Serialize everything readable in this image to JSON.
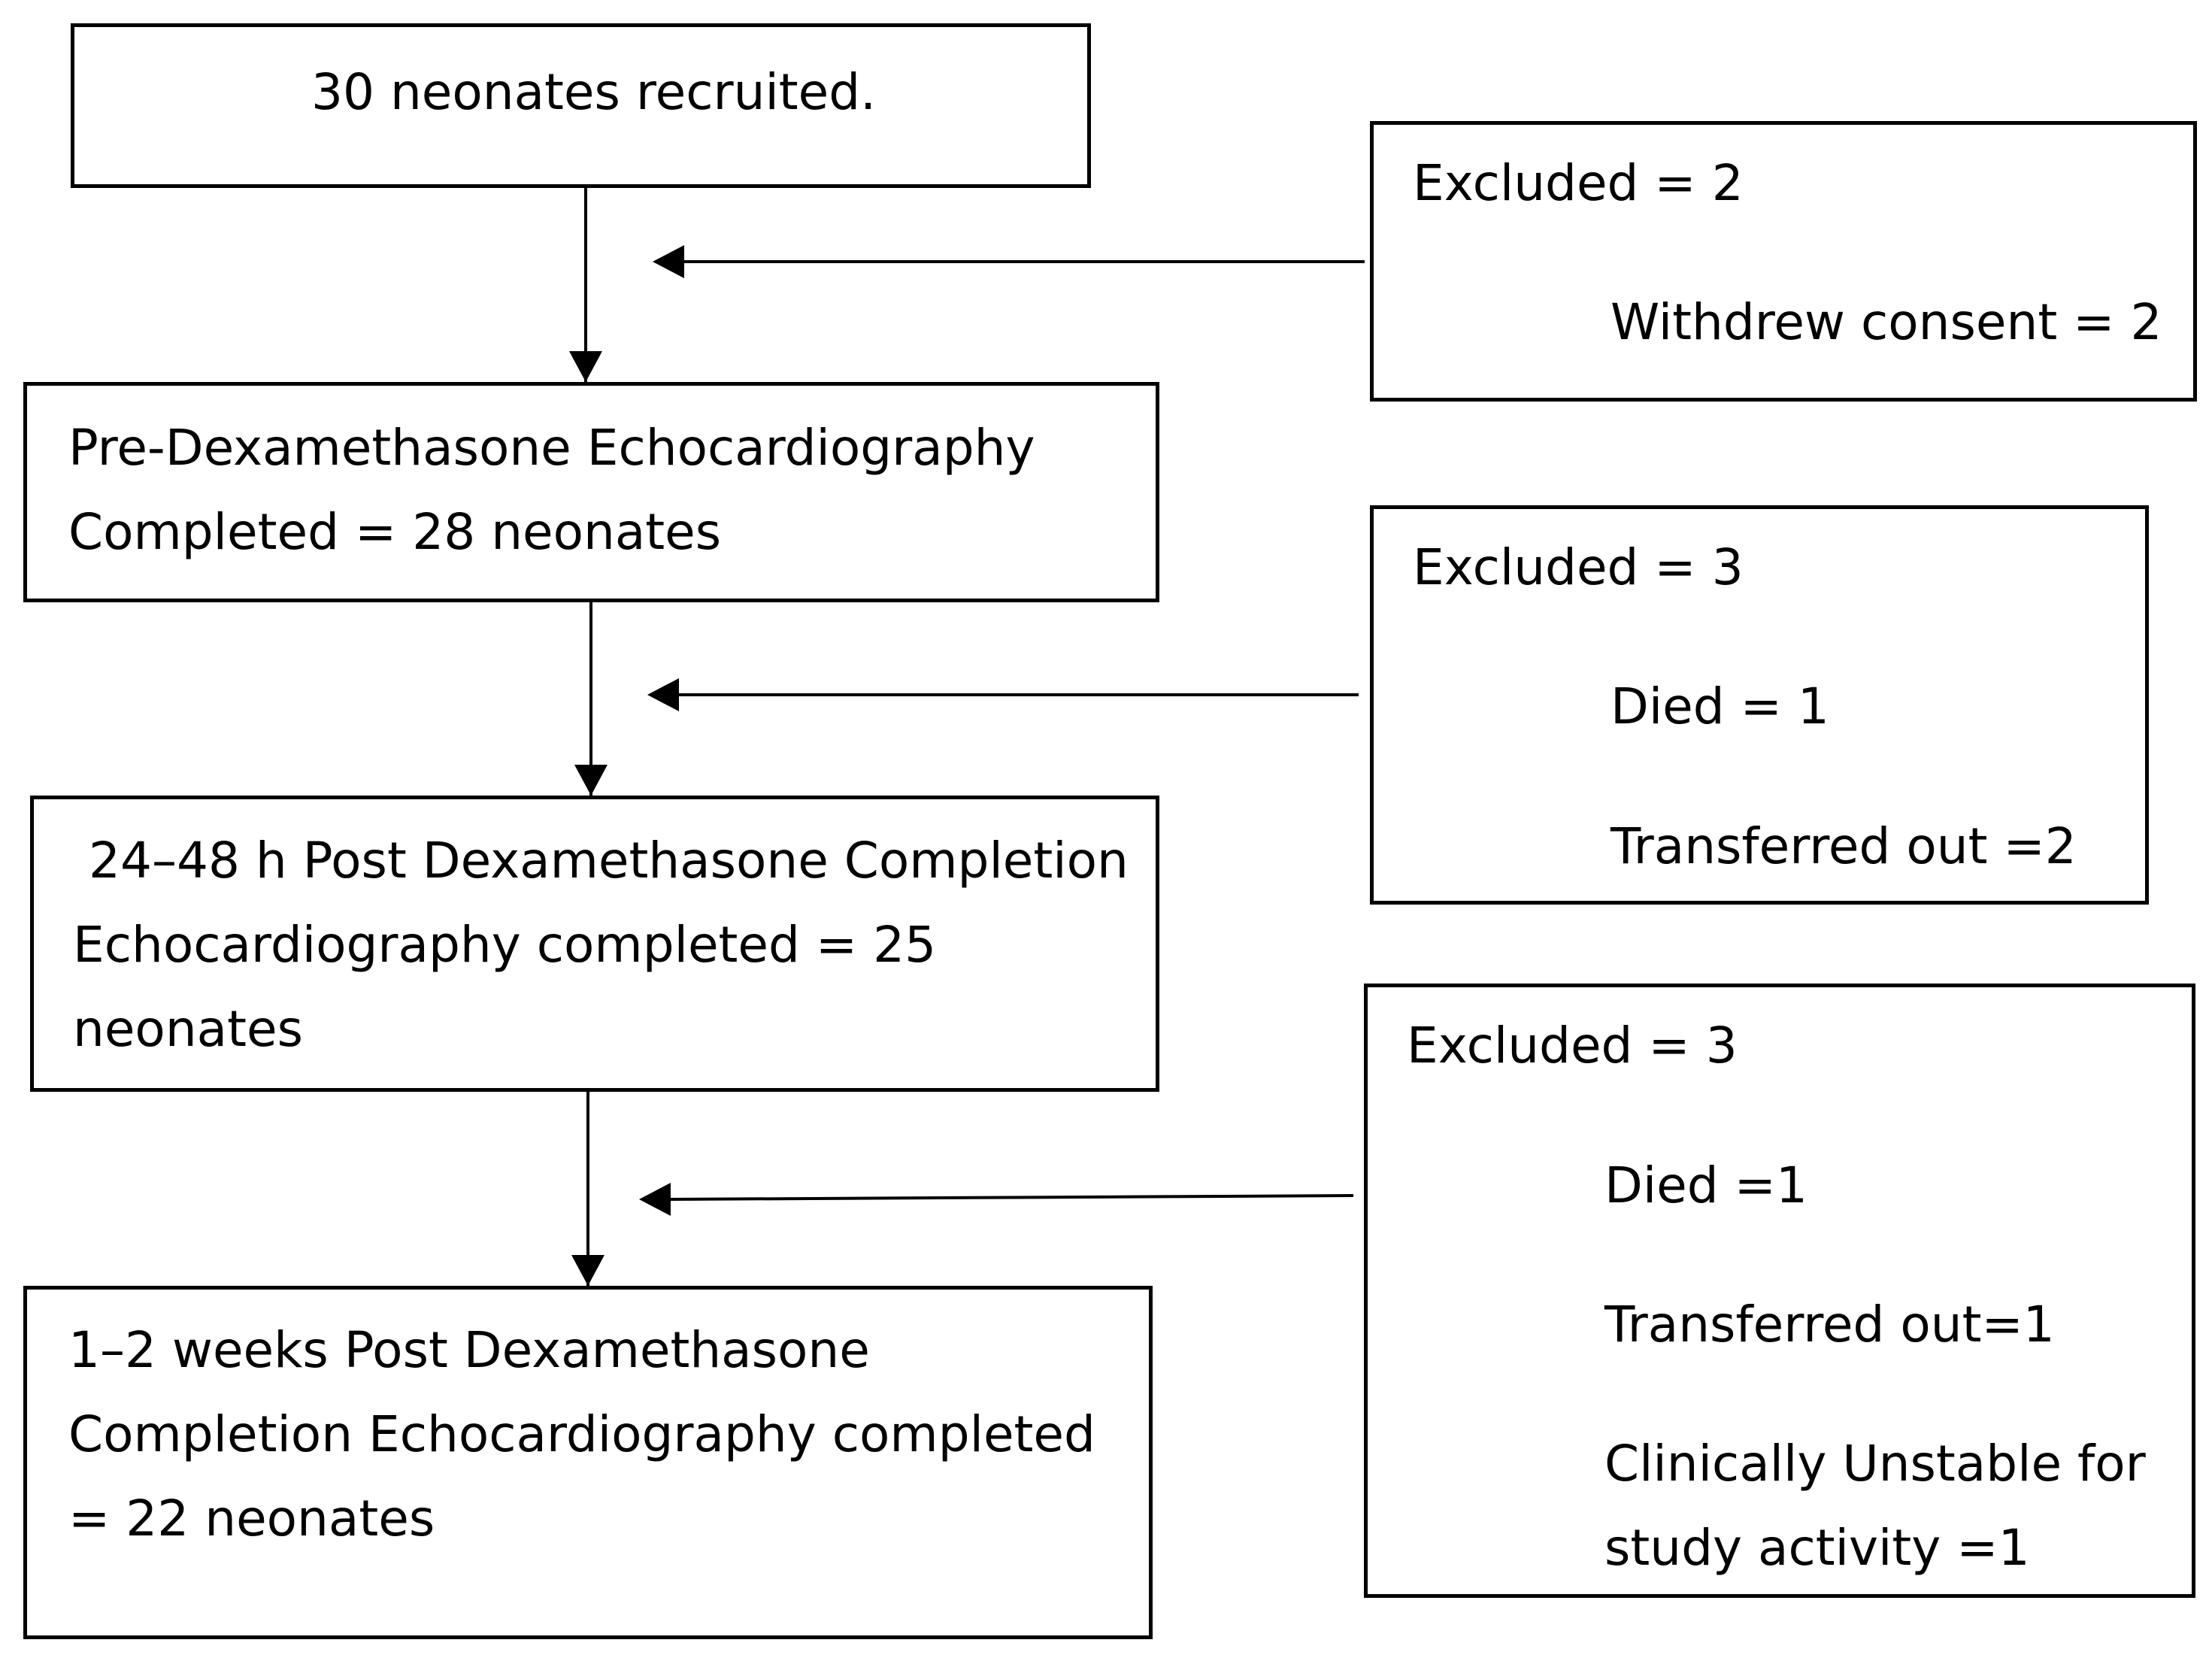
{
  "flow": {
    "recruited": "30 neonates recruited.",
    "pre": [
      "Pre-Dexamethasone Echocardiography",
      "Completed = 28 neonates"
    ],
    "post48": [
      " 24–48 h Post Dexamethasone Completion",
      "Echocardiography completed = 25",
      "neonates"
    ],
    "post2w": [
      "1–2 weeks Post Dexamethasone",
      "Completion Echocardiography completed",
      "= 22 neonates"
    ]
  },
  "exclusions": {
    "ex1": {
      "title": "Excluded = 2",
      "items": [
        "Withdrew consent = 2"
      ]
    },
    "ex2": {
      "title": "Excluded = 3",
      "items": [
        "Died = 1",
        "Transferred out =2"
      ]
    },
    "ex3": {
      "title": "Excluded = 3",
      "items": [
        "Died =1",
        "Transferred out=1",
        "Clinically Unstable for",
        "study activity =1"
      ]
    }
  }
}
